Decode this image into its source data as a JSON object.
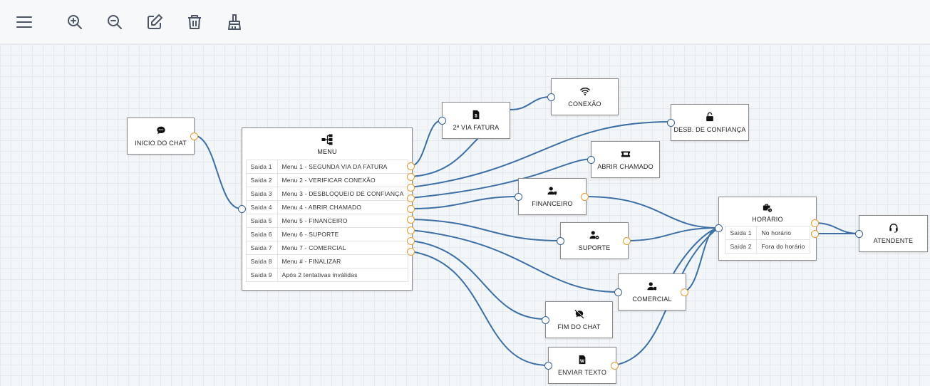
{
  "toolbar": {
    "menu_icon": "hamburger-icon",
    "zoom_in_icon": "zoom-in-icon",
    "zoom_out_icon": "zoom-out-icon",
    "edit_icon": "edit-icon",
    "delete_icon": "trash-icon",
    "clear_icon": "broom-icon"
  },
  "colors": {
    "edge": "#3d6fa5",
    "input_port": "#355f8e",
    "output_port": "#e49b2d"
  },
  "nodes": {
    "inicio": {
      "label": "INICIO DO CHAT",
      "icon": "chat-icon"
    },
    "menu": {
      "label": "MENU",
      "icon": "sitemap-icon",
      "rows": [
        {
          "key": "Saida 1",
          "value": "Menu 1 - SEGUNDA VIA DA FATURA"
        },
        {
          "key": "Saida 2",
          "value": "Menu 2 - VERIFICAR CONEXÃO"
        },
        {
          "key": "Saida 3",
          "value": "Menu 3 - DESBLOQUEIO DE CONFIANÇA"
        },
        {
          "key": "Saida 4",
          "value": "Menu 4 - ABRIR CHAMADO"
        },
        {
          "key": "Saida 5",
          "value": "Menu 5 - FINANCEIRO"
        },
        {
          "key": "Saida 6",
          "value": "Menu 6 - SUPORTE"
        },
        {
          "key": "Saida 7",
          "value": "Menu 7 - COMERCIAL"
        },
        {
          "key": "Saida 8",
          "value": "Menu # - FINALIZAR"
        },
        {
          "key": "Saida 9",
          "value": "Após 2 tentativas inválidas"
        }
      ]
    },
    "fatura": {
      "label": "2ª VIA FATURA",
      "icon": "invoice-icon"
    },
    "conexao": {
      "label": "CONEXÃO",
      "icon": "wifi-icon"
    },
    "desb": {
      "label": "DESB. DE CONFIANÇA",
      "icon": "unlock-icon"
    },
    "chamado": {
      "label": "ABRIR CHAMADO",
      "icon": "ticket-icon"
    },
    "financeiro": {
      "label": "FINANCEIRO",
      "icon": "user-tag-icon"
    },
    "suporte": {
      "label": "SUPORTE",
      "icon": "user-cog-icon"
    },
    "comercial": {
      "label": "COMERCIAL",
      "icon": "user-tag-icon"
    },
    "fim": {
      "label": "FIM DO CHAT",
      "icon": "chat-slash-icon"
    },
    "enviar": {
      "label": "ENVIAR TEXTO",
      "icon": "word-file-icon"
    },
    "horario": {
      "label": "HORÁRIO",
      "icon": "business-time-icon",
      "rows": [
        {
          "key": "Saida 1",
          "value": "No horário"
        },
        {
          "key": "Saida 2",
          "value": "Fora do horário"
        }
      ]
    },
    "atendente": {
      "label": "ATENDENTE",
      "icon": "headset-icon"
    }
  }
}
